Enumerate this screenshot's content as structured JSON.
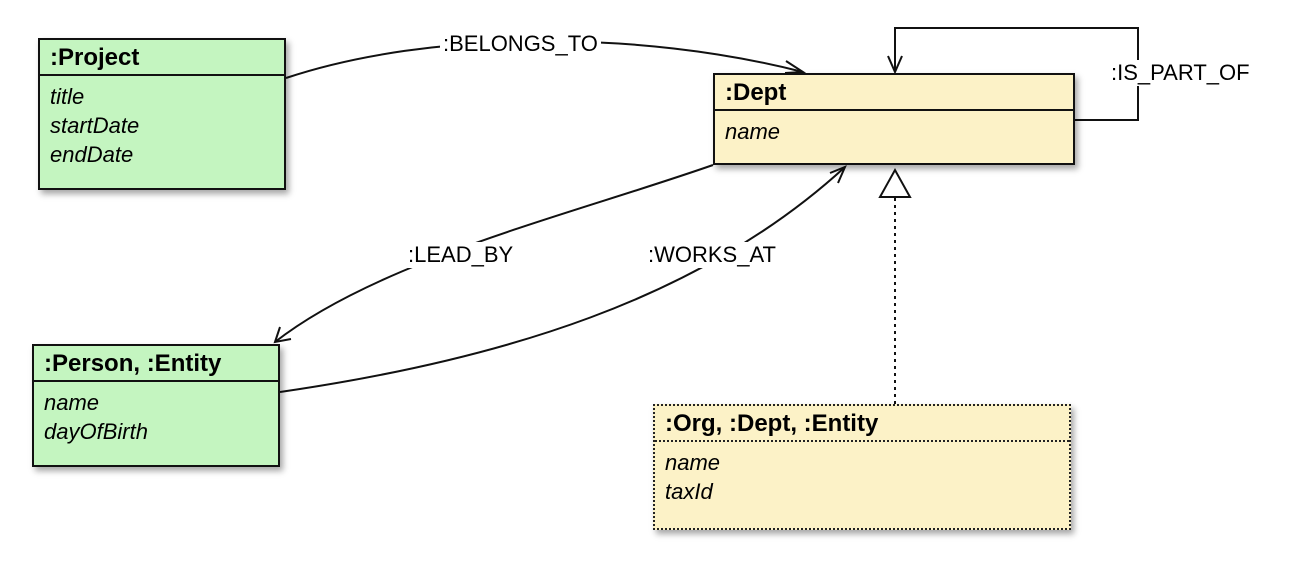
{
  "nodes": {
    "project": {
      "title": ":Project",
      "props": [
        "title",
        "startDate",
        "endDate"
      ],
      "color": "#c4f5c0"
    },
    "dept": {
      "title": ":Dept",
      "props": [
        "name"
      ],
      "color": "#fcf2c7"
    },
    "person": {
      "title": ":Person, :Entity",
      "props": [
        "name",
        "dayOfBirth"
      ],
      "color": "#c4f5c0"
    },
    "org": {
      "title": ":Org, :Dept, :Entity",
      "props": [
        "name",
        "taxId"
      ],
      "color": "#fcf2c7"
    }
  },
  "edges": {
    "belongs_to": ":BELONGS_TO",
    "is_part_of": ":IS_PART_OF",
    "lead_by": ":LEAD_BY",
    "works_at": ":WORKS_AT"
  }
}
